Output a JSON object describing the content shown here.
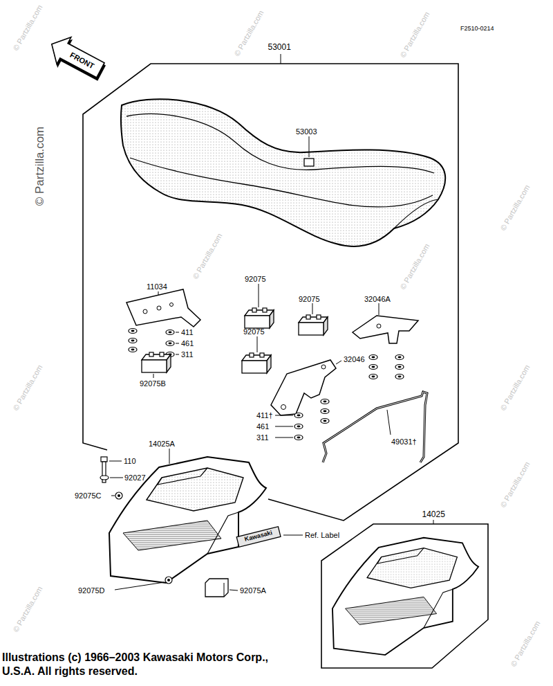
{
  "diagram": {
    "caption": "Illustrations (c) 1966–2003 Kawasaki Motors Corp., U.S.A. All rights reserved.",
    "nodes": [
      {
        "text": [
          "FRONT"
        ]
      },
      {
        "text": [
          "53001"
        ]
      },
      {
        "text": [
          "14025"
        ]
      }
    ],
    "labels": [
      "F2510-0214",
      "53003",
      "11034",
      "92075",
      "92075",
      "32046A",
      "92075",
      "411",
      "461",
      "311",
      "92075B",
      "32046",
      "411†",
      "461",
      "311",
      "49031†",
      "14025A",
      "110",
      "92027",
      "92075C",
      "Ref. Label",
      "Kawasaki",
      "92075D",
      "92075A",
      "© Partzilla.com",
      "© Partzilla.com",
      "© Partzilla.com",
      "© Partzilla.com",
      "© Partzilla.com",
      "© Partzilla.com",
      "© Partzilla.com",
      "© Partzilla.com",
      "© Partzilla.com",
      "© Partzilla.com",
      "© Partzilla.com",
      "© Partzilla.com"
    ]
  }
}
